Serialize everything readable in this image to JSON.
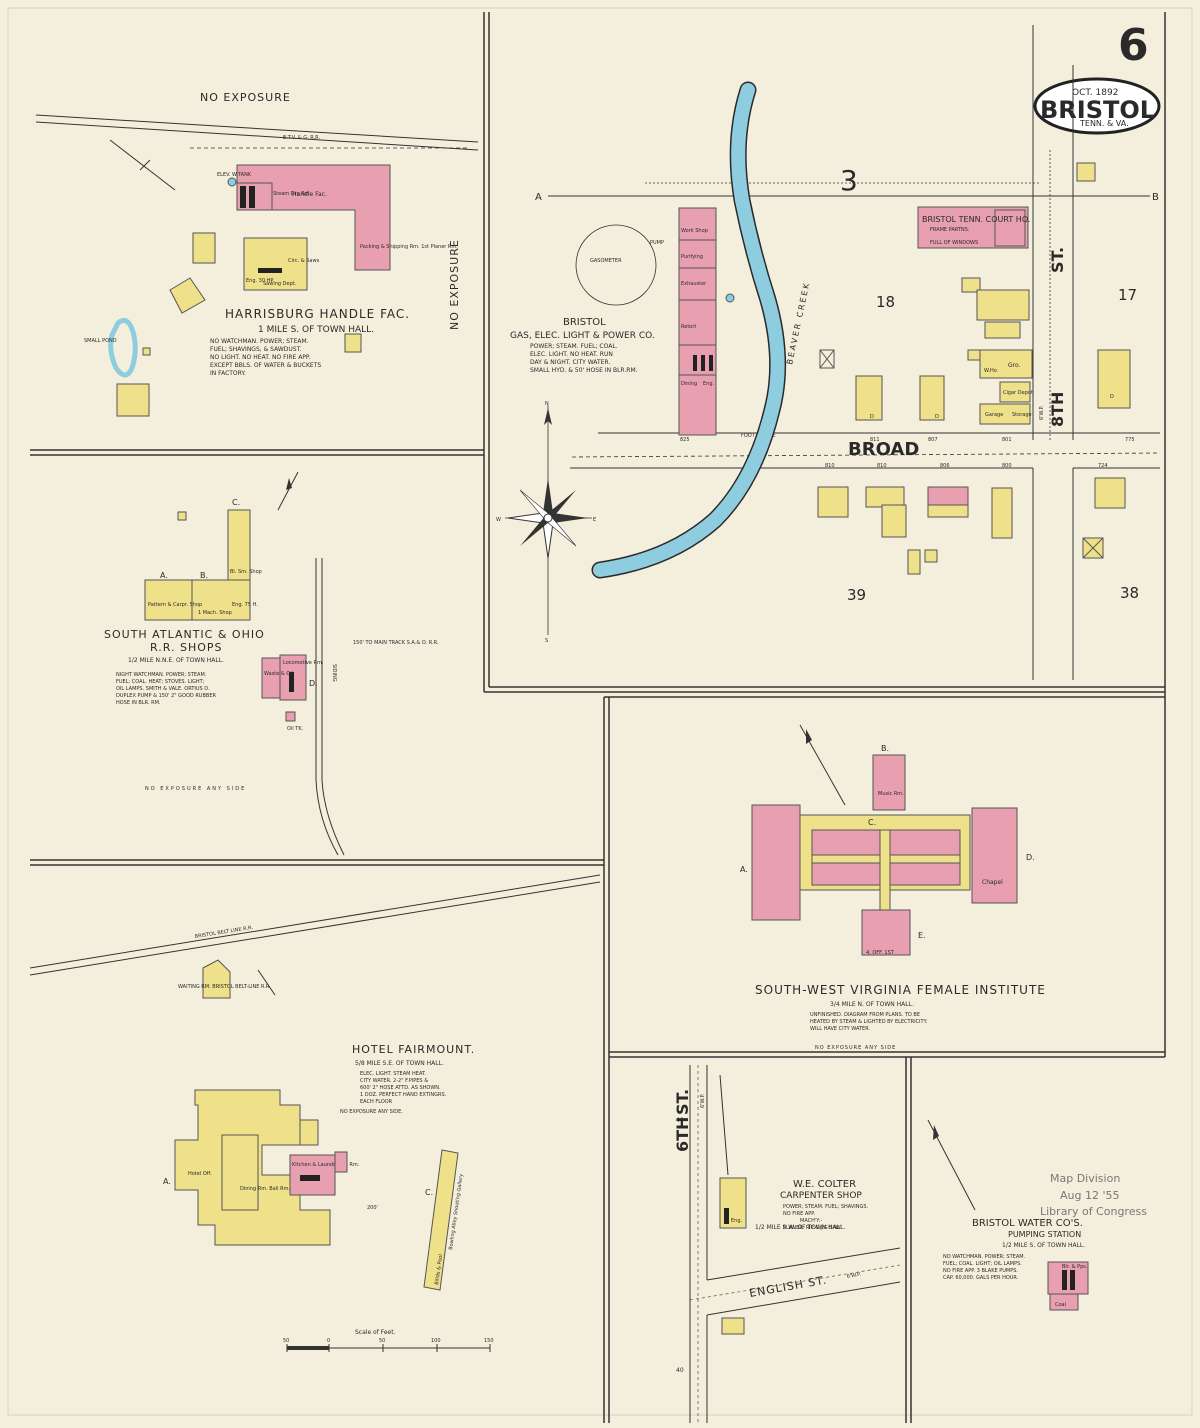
{
  "header": {
    "sheet_number": "6",
    "date": "OCT. 1892",
    "city": "BRISTOL",
    "state": "TENN. & VA."
  },
  "stamp": {
    "line1": "Map Division",
    "line2": "Aug 12 '55",
    "line3": "Library of Congress"
  },
  "colors": {
    "paper": "#f4efdc",
    "brick": "#e8a0b0",
    "frame": "#efe08a",
    "water": "#8ecde0",
    "ink": "#2a2a2a"
  },
  "panels": {
    "harrisburg": {
      "no_exposure_top": "NO EXPOSURE",
      "no_exposure_side": "NO EXPOSURE",
      "railroad": "E.T.V. & G. R.R.",
      "title": "HARRISBURG HANDLE FAC.",
      "subtitle": "1 MILE S. OF TOWN HALL.",
      "notes": [
        "NO WATCHMAN. POWER; STEAM.",
        "FUEL; SHAVINGS, & SAWDUST.",
        "NO LIGHT. NO HEAT. NO FIRE APP.",
        "EXCEPT BBLS. OF WATER & BUCKETS",
        "IN FACTORY."
      ],
      "pond": "SMALL POND",
      "elev_tank": "ELEV. W.TANK",
      "handle_fac": "Handle Fac.",
      "steam_dry": "Steam Dry Rm.",
      "packing": "Packing & Shipping Rm. 1st Planer Rm.",
      "sawing": "Sawing Dept.",
      "saws": "Circ. & Saws",
      "eng": "Eng. 30 HP."
    },
    "gas_co": {
      "title": "BRISTOL",
      "subtitle": "GAS, ELEC. LIGHT & POWER CO.",
      "notes": [
        "POWER; STEAM. FUEL; COAL.",
        "ELEC. LIGHT. NO HEAT. RUN",
        "DAY & NIGHT. CITY WATER.",
        "SMALL HYD. & 50' HOSE IN BLR.RM."
      ],
      "gasometer": "GASOMETER",
      "pump": "PUMP",
      "creek": "BEAVER CREEK",
      "rooms": [
        "Work Shop",
        "Purifying",
        "Exhauster",
        "Retort",
        "Dining",
        "Eng."
      ],
      "foot_bridge": "FOOT BRIDGE"
    },
    "town": {
      "street_a": "A",
      "street_b": "B",
      "street_3": "3",
      "broad": "BROAD",
      "eighth": "8TH",
      "st": "ST.",
      "street_width": "6'W.P.",
      "block_18": "18",
      "block_17": "17",
      "block_39": "39",
      "block_38": "38",
      "court_house": "BRISTOL TENN. COURT HO.",
      "court_note": "FRAME PARTNS.",
      "court_note2": "FULL OF WINDOWS",
      "house_numbers_north": [
        "825",
        "811",
        "807",
        "801",
        "775"
      ],
      "house_numbers_south": [
        "810",
        "810",
        "806",
        "800",
        "724"
      ],
      "shop_labels": [
        "Gro.",
        "W.Ho.",
        "Cigar Depot",
        "Garage",
        "Storage"
      ],
      "d_label": "D"
    },
    "sa_shops": {
      "title": "SOUTH ATLANTIC & OHIO",
      "title2": "R.R. SHOPS",
      "subtitle": "1/2 MILE N.N.E. OF TOWN HALL.",
      "notes": [
        "NIGHT WATCHMAN. POWER; STEAM.",
        "FUEL; COAL. HEAT; STOVES. LIGHT;",
        "OIL LAMPS. SMITH & VALE. ORTIUS D.",
        "DUPLEX PUMP & 150' 2\" GOOD RUBBER",
        "HOSE IN BLR. RM."
      ],
      "siding": "SIDING",
      "main_track": "150' TO MAIN TRACK S.A.& O. R.R.",
      "no_exposure": "NO EXPOSURE ANY SIDE",
      "label_a": "A.",
      "label_b": "B.",
      "label_c": "C.",
      "label_d": "D.",
      "bl_sm": "Bl. Sm. Shop",
      "pattern": "Pattern & Carpr. Shop",
      "mach": "1 Mach. Shop",
      "eng": "Eng. 75 H.",
      "locomotive": "Locomotive Rm.",
      "waste": "Waste & Oil",
      "oil_tk": "Oil TK."
    },
    "institute": {
      "title": "SOUTH-WEST VIRGINIA FEMALE INSTITUTE",
      "subtitle": "3/4 MILE N. OF TOWN HALL.",
      "notes": [
        "UNFINISHED. DIAGRAM FROM PLANS. TO BE",
        "HEATED BY STEAM & LIGHTED BY ELECTRICITY.",
        "WILL HAVE CITY WATER."
      ],
      "no_exposure": "NO EXPOSURE ANY SIDE",
      "label_a": "A.",
      "label_b": "B.",
      "label_c": "C.",
      "label_d": "D.",
      "label_e": "E.",
      "music": "Music Rm.",
      "chapel": "Chapel",
      "office": "4. OFF. 1ST"
    },
    "hotel": {
      "railroad": "BRISTOL BELT LINE R.R.",
      "waiting": "WAITING RM. BRISTOL BELT-LINE R.R.",
      "title": "HOTEL FAIRMOUNT.",
      "subtitle": "5/8 MILE S.E. OF TOWN HALL.",
      "notes": [
        "ELEC. LIGHT. STEAM HEAT.",
        "CITY WATER. 2-2\" F.PIPES &",
        "600' 2\" HOSE ATTD. AS SHOWN.",
        "1 DOZ. PERFECT HAND EXTINGRS.",
        "EACH FLOOR"
      ],
      "no_exposure": "NO EXPOSURE ANY SIDE.",
      "label_a": "A.",
      "label_c": "C.",
      "dining": "Dining Rm. Ball Rm. Above",
      "hotel_off": "Hotel Off.",
      "kitchen": "Kitchen & Laundry Blr. Rm.",
      "bowling": "Bowling Alley Shooting Gallery",
      "billiards": "Billds & Pool",
      "distance": "200'"
    },
    "colter": {
      "sixth": "6TH",
      "st": "ST.",
      "english": "ENGLISH ST.",
      "width": "6'W.P.",
      "block_40a": "40",
      "block_40b": "40",
      "title": "W.E. COLTER",
      "title2": "CARPENTER SHOP",
      "notes": [
        "POWER; STEAM. FUEL; SHAVINGS.",
        "NO FIRE APP.",
        "MACH'Y:-",
        "PLANER. RIP & JIG SAW."
      ],
      "subtitle": "1/2 MILE S.W. OF TOWN HALL.",
      "eng": "Eng."
    },
    "water_co": {
      "title": "BRISTOL WATER CO'S.",
      "title2": "PUMPING STATION",
      "subtitle": "1/2 MILE S. OF TOWN HALL.",
      "notes": [
        "NO WATCHMAN. POWER; STEAM.",
        "FUEL; COAL. LIGHT; OIL LAMPS.",
        "NO FIRE APP. 3 BLAKE PUMPS.",
        "CAP. 60,000. GALS PER HOUR."
      ],
      "coal": "Coal",
      "blr": "Blr. & Pps."
    }
  },
  "compass": {
    "n": "N",
    "s": "S",
    "e": "E",
    "w": "W"
  },
  "scale": {
    "label": "Scale of Feet.",
    "ticks": [
      "50",
      "0",
      "50",
      "100",
      "150"
    ]
  }
}
